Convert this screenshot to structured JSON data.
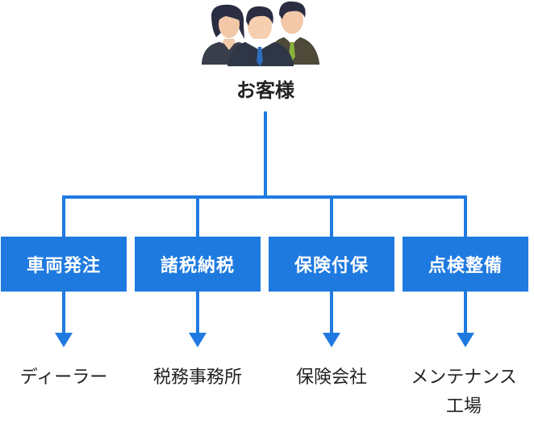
{
  "colors": {
    "accent": "#1f7ae0",
    "text": "#222222"
  },
  "icon": "people-group-icon",
  "root": {
    "label": "お客様"
  },
  "categories": [
    {
      "label": "車両発注",
      "target": "ディーラー"
    },
    {
      "label": "諸税納税",
      "target": "税務事務所"
    },
    {
      "label": "保険付保",
      "target": "保険会社"
    },
    {
      "label": "点検整備",
      "target": "メンテナンス\n工場"
    }
  ]
}
